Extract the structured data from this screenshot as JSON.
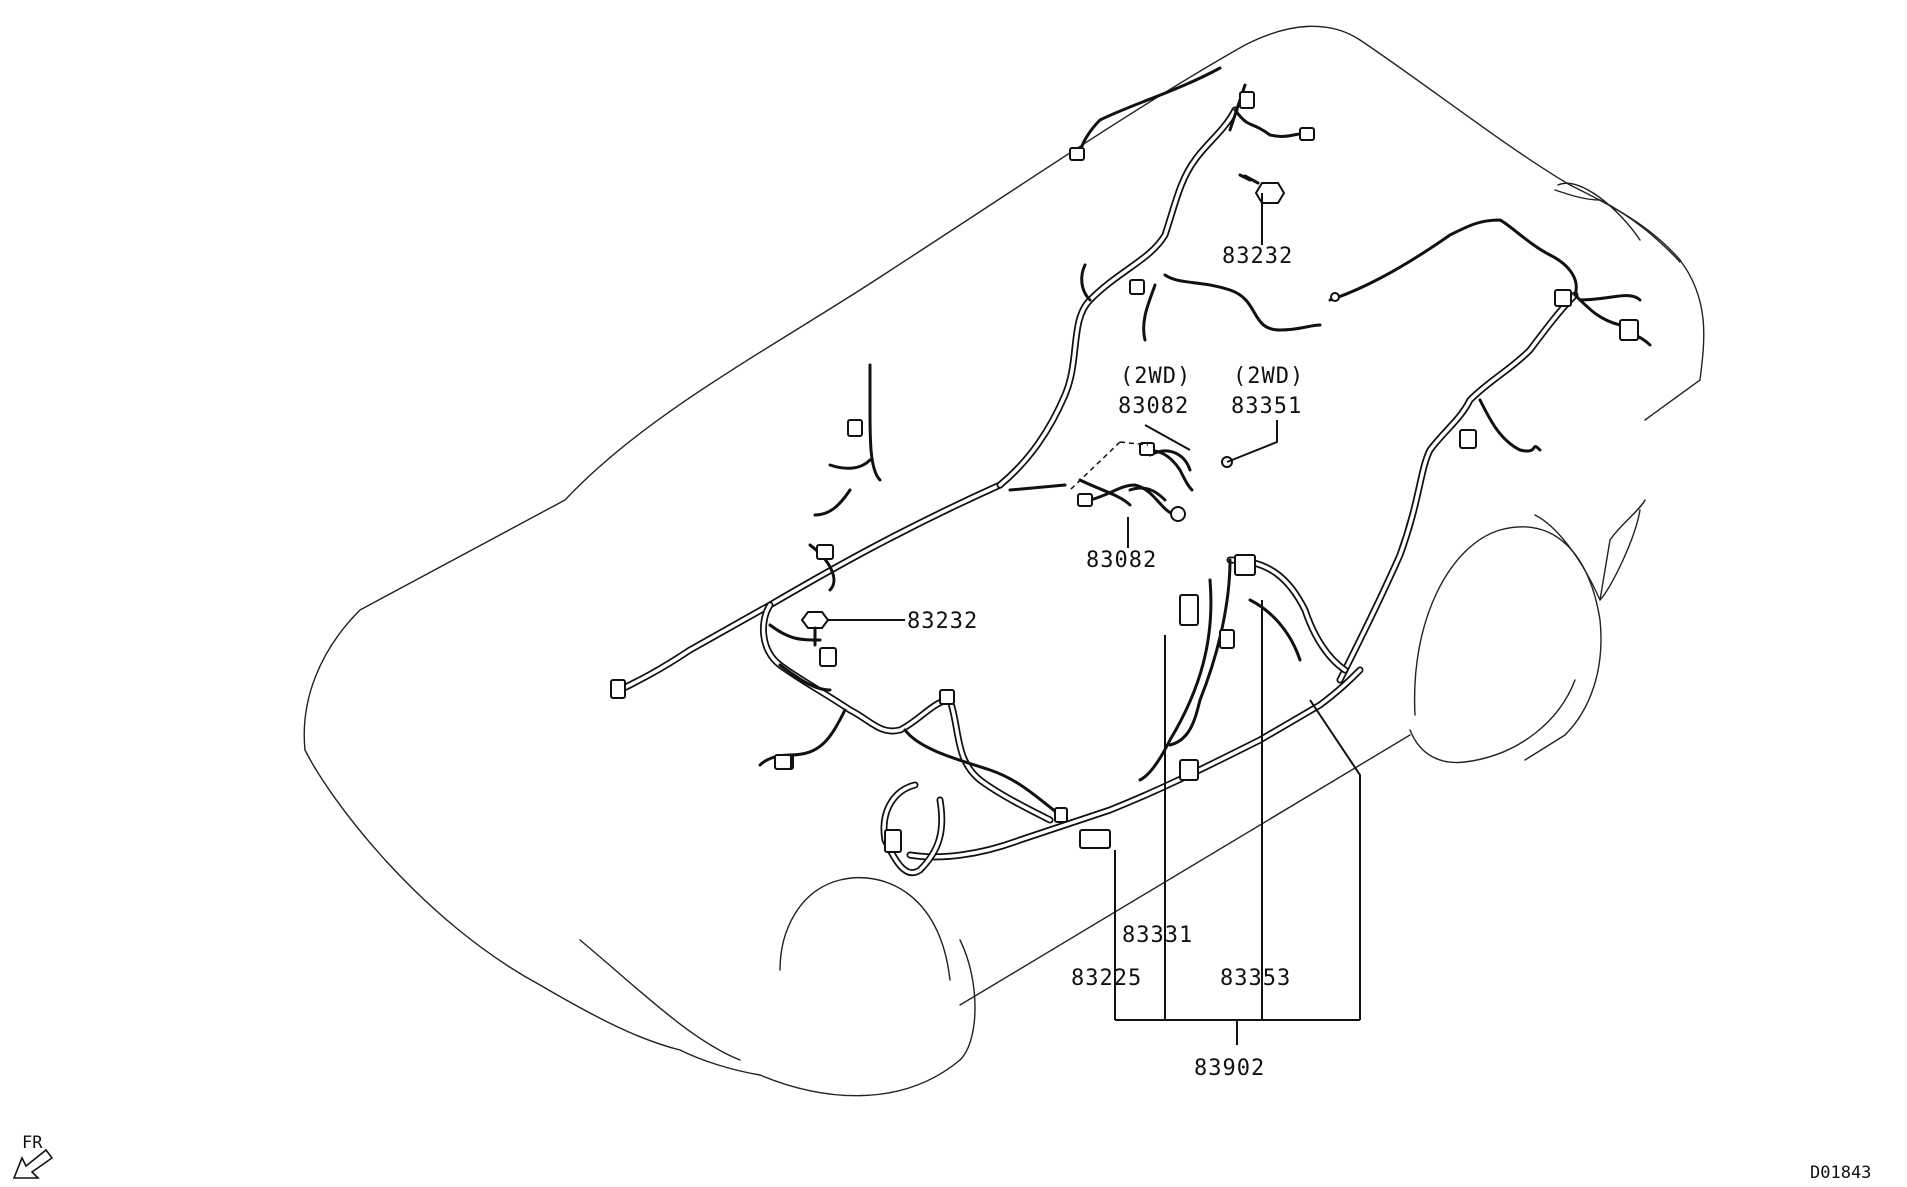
{
  "callouts": {
    "c83232_top": "83232",
    "c83232_mid": "83232",
    "c83082_top_note": "(2WD)",
    "c83082_top": "83082",
    "c83351_note": "(2WD)",
    "c83351": "83351",
    "c83082_bottom": "83082",
    "c83331": "83331",
    "c83225": "83225",
    "c83353": "83353",
    "c83902": "83902"
  },
  "orientation": {
    "label": "FR",
    "icon": "arrow-front-left-icon"
  },
  "drawing_code": "D01843",
  "colors": {
    "line": "#111111",
    "background": "#ffffff"
  }
}
